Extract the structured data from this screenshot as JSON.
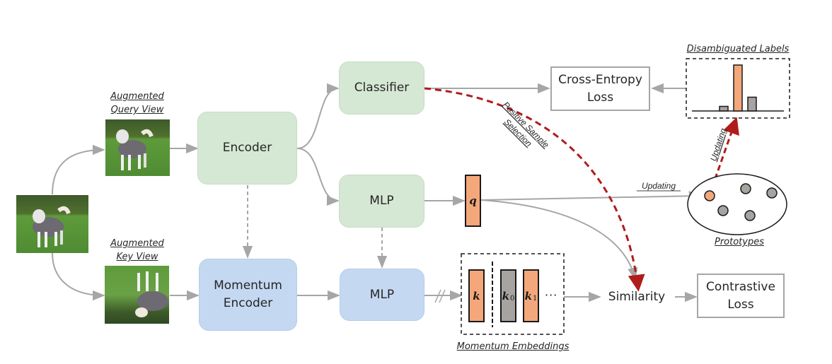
{
  "colors": {
    "encoder_fill": "#d5e8d4",
    "momentum_fill": "#c5d8f2",
    "arrow_grey": "#a6a6a6",
    "selection_red": "#b01c1c",
    "embedding_orange": "#f4a77a",
    "embedding_grey": "#a6a3a1"
  },
  "images": {
    "original": {
      "label": "",
      "icon": "dog-photo"
    },
    "query_view": {
      "caption_line1": "Augmented",
      "caption_line2": "Query View",
      "icon": "dog-photo"
    },
    "key_view": {
      "caption_line1": "Augmented",
      "caption_line2": "Key View",
      "icon": "dog-photo-augmented"
    }
  },
  "nodes": {
    "encoder": "Encoder",
    "momentum_encoder_line1": "Momentum",
    "momentum_encoder_line2": "Encoder",
    "classifier": "Classifier",
    "mlp_query": "MLP",
    "mlp_key": "MLP",
    "cross_entropy_line1": "Cross-Entropy",
    "cross_entropy_line2": "Loss",
    "similarity": "Similarity",
    "contrastive_line1": "Contrastive",
    "contrastive_line2": "Loss"
  },
  "embeddings": {
    "query": "q",
    "key": "k",
    "queue": [
      {
        "symbol": "k",
        "subscript": "0",
        "color": "grey"
      },
      {
        "symbol": "k",
        "subscript": "1",
        "color": "orange"
      }
    ],
    "ellipsis": "···",
    "group_caption": "Momentum Embeddings"
  },
  "annotations": {
    "positive_selection_line1": "Positive Sample",
    "positive_selection_line2": "Selection",
    "updating_prototypes": "Updating",
    "updating_labels": "Updating",
    "prototypes_caption": "Prototypes",
    "labels_caption": "Disambiguated Labels",
    "stop_gradient": "//"
  },
  "label_distribution": {
    "values": [
      0.1,
      1.0,
      0.3
    ],
    "highlight_index": 1
  },
  "prototypes": {
    "count": 5,
    "highlighted": 1
  }
}
